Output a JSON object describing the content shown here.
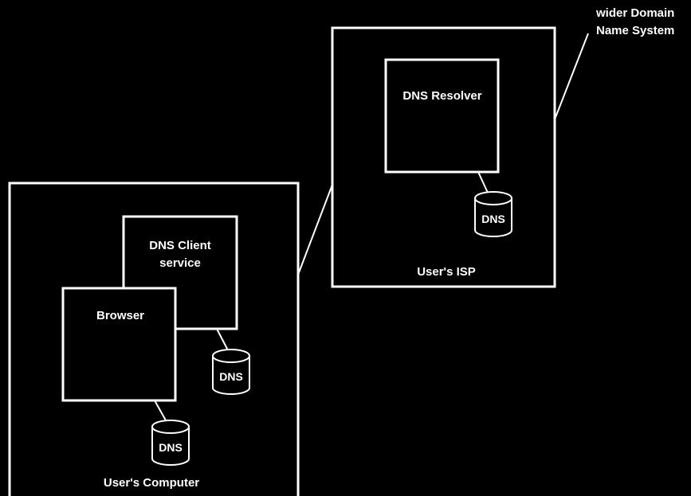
{
  "external": {
    "label_line1": "wider Domain",
    "label_line2": "Name System"
  },
  "isp": {
    "label": "User's ISP",
    "resolver_label": "DNS Resolver",
    "cache_label": "DNS"
  },
  "computer": {
    "label": "User's Computer",
    "client_service_line1": "DNS Client",
    "client_service_line2": "service",
    "client_cache_label": "DNS",
    "browser_label": "Browser",
    "browser_cache_label": "DNS"
  },
  "colors": {
    "background": "#000000",
    "foreground": "#ffffff"
  }
}
